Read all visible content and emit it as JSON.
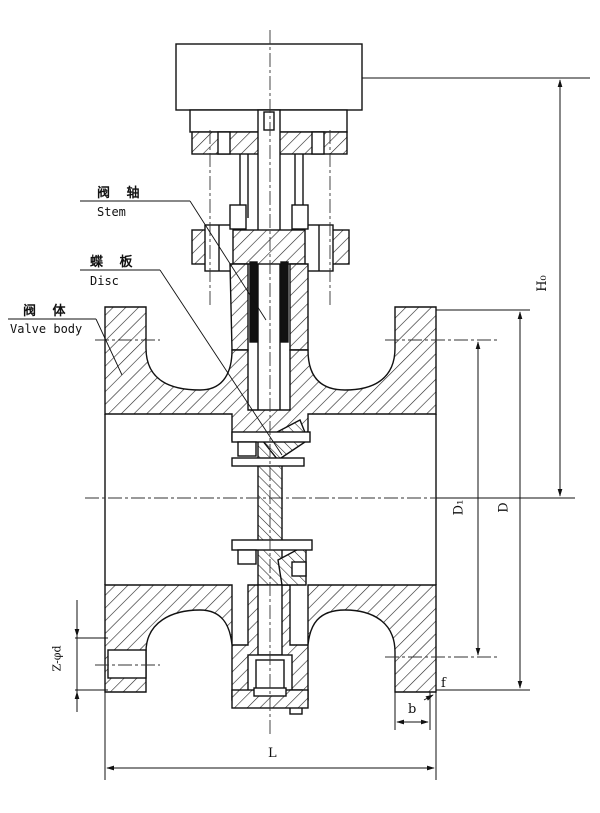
{
  "labels": {
    "stem_cn": "阀 轴",
    "stem_en": "Stem",
    "disc_cn": "蝶 板",
    "disc_en": "Disc",
    "body_cn": "阀 体",
    "body_en": "Valve body"
  },
  "dimensions": {
    "H0": "H₀",
    "D1": "D₁",
    "D": "D",
    "L": "L",
    "b": "b",
    "f": "f",
    "z_bolt": "Z-φd"
  }
}
